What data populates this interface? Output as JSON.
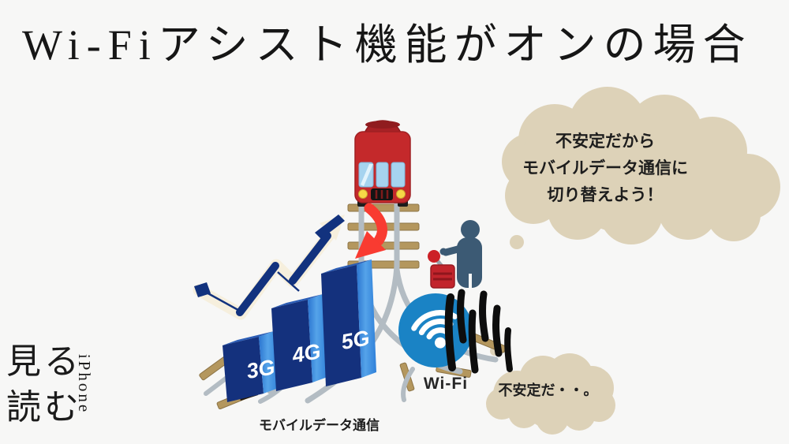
{
  "title": "Wi-Fiアシスト機能がオンの場合",
  "site_logo": {
    "word_top": "見る",
    "word_bottom": "読む",
    "brand": "iPhone"
  },
  "thought_bubble": {
    "line1": "不安定だから",
    "line2": "モバイルデータ通信に",
    "line3": "切り替えよう！"
  },
  "small_bubble": {
    "text": "不安定だ・・。"
  },
  "labels": {
    "wifi": "Wi-Fi",
    "mobile_data": "モバイルデータ通信"
  },
  "bars": {
    "bar1": "3G",
    "bar2": "4G",
    "bar3": "5G"
  },
  "colors": {
    "background": "#f7f7f6",
    "cloud_beige": "#ddd2b8",
    "bar_navy": "#14317d",
    "bar_blue": "#2f80d9",
    "bar_top": "#2a5cb5",
    "wifi_blue": "#1a83c5",
    "train_red": "#c4292b",
    "arrow_red": "#f93b31",
    "person_navy": "#3c5a74",
    "track_tan": "#b4975e",
    "rail_gray": "#b3bcc3",
    "growth_arrow_navy": "#12327e",
    "growth_arrow_cream": "#f6efdd"
  }
}
